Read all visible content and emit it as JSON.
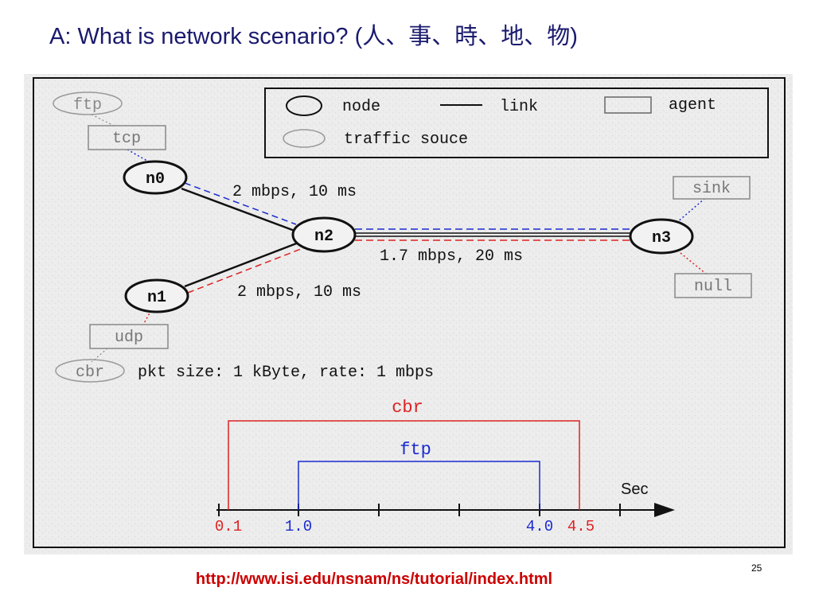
{
  "slide": {
    "title": "A: What is network scenario? (人、事、時、地、物)",
    "page_number": "25",
    "source_url": "http://www.isi.edu/nsnam/ns/tutorial/index.html"
  },
  "legend": {
    "node": "node",
    "link": "link",
    "agent": "agent",
    "traffic_source": "traffic souce"
  },
  "nodes": {
    "n0": "n0",
    "n1": "n1",
    "n2": "n2",
    "n3": "n3"
  },
  "agents": {
    "tcp": "tcp",
    "udp": "udp",
    "sink": "sink",
    "null": "null"
  },
  "traffic_sources": {
    "ftp": "ftp",
    "cbr": "cbr"
  },
  "links": {
    "n0_n2": "2 mbps, 10 ms",
    "n2_n3": "1.7 mbps, 20 ms",
    "n1_n2": "2 mbps, 10 ms"
  },
  "packet_info": "pkt size: 1 kByte, rate: 1 mbps",
  "timeline": {
    "axis_label": "Sec",
    "cbr": {
      "label": "cbr",
      "start": "0.1",
      "end": "4.5",
      "color": "#dd2222"
    },
    "ftp": {
      "label": "ftp",
      "start": "1.0",
      "end": "4.0",
      "color": "#1a2ad0"
    }
  },
  "colors": {
    "title": "#1a1a6e",
    "link_url": "#cc0000",
    "tcp_path": "#1a2ad0",
    "udp_path": "#dd2222"
  }
}
